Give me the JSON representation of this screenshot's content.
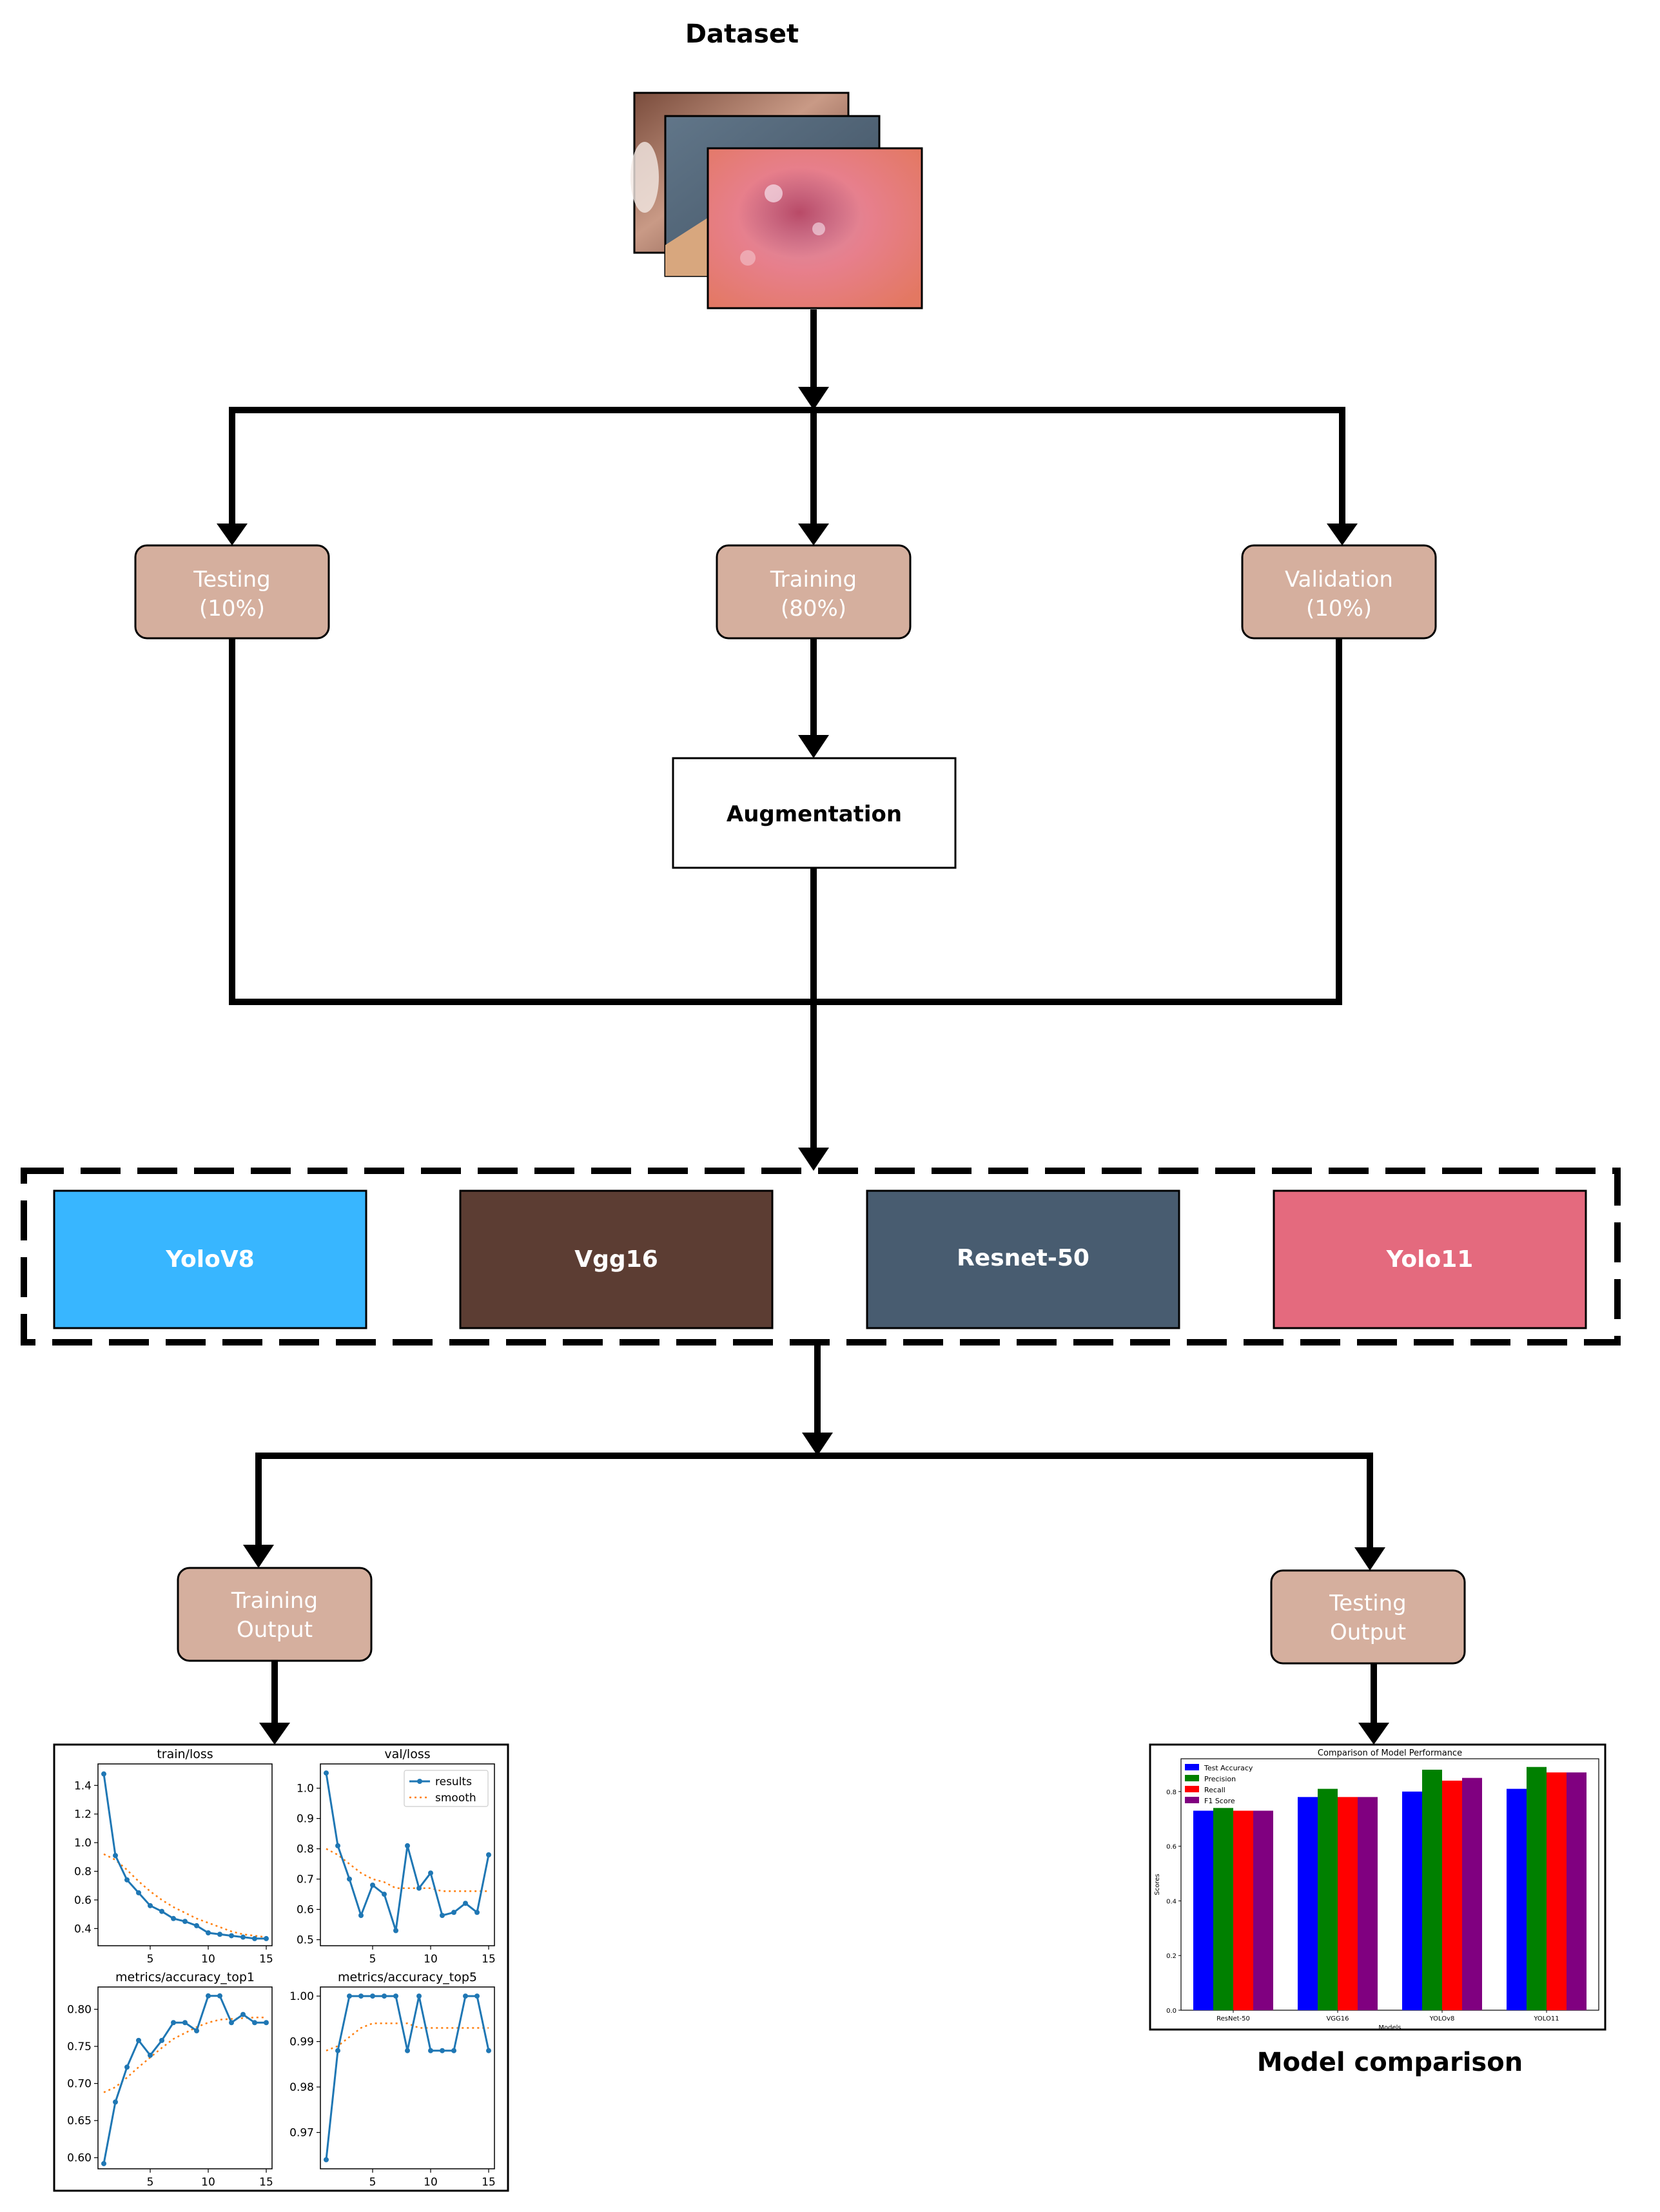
{
  "dataset": {
    "title": "Dataset"
  },
  "splits": {
    "testing": {
      "line1": "Testing",
      "line2": "(10%)"
    },
    "training": {
      "line1": "Training",
      "line2": "(80%)"
    },
    "validation": {
      "line1": "Validation",
      "line2": "(10%)"
    }
  },
  "augmentation": {
    "label": "Augmentation"
  },
  "models": [
    {
      "label": "YoloV8",
      "color": "#38B6FF"
    },
    {
      "label": "Vgg16",
      "color": "#5C3D33"
    },
    {
      "label": "Resnet-50",
      "color": "#485C70"
    },
    {
      "label": "Yolo11",
      "color": "#E46A7E"
    }
  ],
  "outputs": {
    "training": {
      "line1": "Training",
      "line2": "Output"
    },
    "testing": {
      "line1": "Testing",
      "line2": "Output"
    }
  },
  "node_color": "#D5AF9E",
  "model_comparison_caption": "Model comparison",
  "chart_data": [
    {
      "type": "line",
      "title": "train/loss",
      "x": [
        1,
        2,
        3,
        4,
        5,
        6,
        7,
        8,
        9,
        10,
        11,
        12,
        13,
        14,
        15
      ],
      "series": [
        {
          "values": [
            1.48,
            0.91,
            0.74,
            0.65,
            0.56,
            0.52,
            0.47,
            0.45,
            0.42,
            0.37,
            0.36,
            0.35,
            0.34,
            0.33,
            0.33
          ]
        },
        {
          "values": [
            0.92,
            0.88,
            0.81,
            0.73,
            0.66,
            0.6,
            0.55,
            0.51,
            0.47,
            0.44,
            0.41,
            0.38,
            0.36,
            0.35,
            0.34
          ]
        }
      ],
      "xticks": [
        "5",
        "10",
        "15"
      ],
      "yticks": [
        "0.4",
        "0.6",
        "0.8",
        "1.0",
        "1.2",
        "1.4"
      ],
      "xlim": [
        0.5,
        15.5
      ],
      "ylim": [
        0.28,
        1.55
      ]
    },
    {
      "type": "line",
      "title": "val/loss",
      "legend": [
        "results",
        "smooth"
      ],
      "x": [
        1,
        2,
        3,
        4,
        5,
        6,
        7,
        8,
        9,
        10,
        11,
        12,
        13,
        14,
        15
      ],
      "series": [
        {
          "values": [
            1.05,
            0.81,
            0.7,
            0.58,
            0.68,
            0.65,
            0.53,
            0.81,
            0.67,
            0.72,
            0.58,
            0.59,
            0.62,
            0.59,
            0.78
          ]
        },
        {
          "values": [
            0.8,
            0.78,
            0.75,
            0.72,
            0.7,
            0.69,
            0.67,
            0.67,
            0.67,
            0.67,
            0.66,
            0.66,
            0.66,
            0.66,
            0.66
          ]
        }
      ],
      "xticks": [
        "5",
        "10",
        "15"
      ],
      "yticks": [
        "0.5",
        "0.6",
        "0.7",
        "0.8",
        "0.9",
        "1.0"
      ],
      "xlim": [
        0.5,
        15.5
      ],
      "ylim": [
        0.48,
        1.08
      ]
    },
    {
      "type": "line",
      "title": "metrics/accuracy_top1",
      "x": [
        1,
        2,
        3,
        4,
        5,
        6,
        7,
        8,
        9,
        10,
        11,
        12,
        13,
        14,
        15
      ],
      "series": [
        {
          "values": [
            0.592,
            0.675,
            0.722,
            0.758,
            0.738,
            0.758,
            0.782,
            0.782,
            0.771,
            0.818,
            0.818,
            0.782,
            0.793,
            0.782,
            0.782
          ]
        },
        {
          "values": [
            0.688,
            0.695,
            0.708,
            0.722,
            0.735,
            0.748,
            0.76,
            0.768,
            0.776,
            0.782,
            0.786,
            0.787,
            0.788,
            0.789,
            0.789
          ]
        }
      ],
      "xticks": [
        "5",
        "10",
        "15"
      ],
      "yticks": [
        "0.60",
        "0.65",
        "0.70",
        "0.75",
        "0.80"
      ],
      "xlim": [
        0.5,
        15.5
      ],
      "ylim": [
        0.585,
        0.83
      ]
    },
    {
      "type": "line",
      "title": "metrics/accuracy_top5",
      "x": [
        1,
        2,
        3,
        4,
        5,
        6,
        7,
        8,
        9,
        10,
        11,
        12,
        13,
        14,
        15
      ],
      "series": [
        {
          "values": [
            0.964,
            0.988,
            1.0,
            1.0,
            1.0,
            1.0,
            1.0,
            0.988,
            1.0,
            0.988,
            0.988,
            0.988,
            1.0,
            1.0,
            0.988
          ]
        },
        {
          "values": [
            0.988,
            0.989,
            0.991,
            0.993,
            0.994,
            0.994,
            0.994,
            0.994,
            0.993,
            0.993,
            0.993,
            0.993,
            0.993,
            0.993,
            0.993
          ]
        }
      ],
      "xticks": [
        "5",
        "10",
        "15"
      ],
      "yticks": [
        "0.97",
        "0.98",
        "0.99",
        "1.00"
      ],
      "xlim": [
        0.5,
        15.5
      ],
      "ylim": [
        0.962,
        1.002
      ]
    },
    {
      "type": "bar",
      "title": "Comparison of Model Performance",
      "categories": [
        "ResNet-50",
        "VGG16",
        "YOLOv8",
        "YOLO11"
      ],
      "series": [
        {
          "name": "Test Accuracy",
          "color": "#0000FF",
          "values": [
            0.73,
            0.78,
            0.8,
            0.81
          ]
        },
        {
          "name": "Precision",
          "color": "#008000",
          "values": [
            0.74,
            0.81,
            0.88,
            0.89
          ]
        },
        {
          "name": "Recall",
          "color": "#FF0000",
          "values": [
            0.73,
            0.78,
            0.84,
            0.87
          ]
        },
        {
          "name": "F1 Score",
          "color": "#800080",
          "values": [
            0.73,
            0.78,
            0.85,
            0.87
          ]
        }
      ],
      "xlabel": "Models",
      "ylabel": "Scores",
      "yticks": [
        "0.0",
        "0.2",
        "0.4",
        "0.6",
        "0.8"
      ],
      "ylim": [
        0,
        0.92
      ]
    }
  ]
}
